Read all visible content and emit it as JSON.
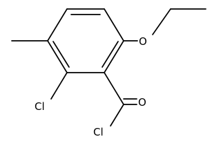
{
  "molecule": {
    "atoms": {
      "oxygen_ether": "O",
      "oxygen_carbonyl": "O",
      "chlorine_ring": "Cl",
      "chlorine_acyl": "Cl"
    }
  },
  "colors": {
    "bond": "#000000",
    "label": "#000000",
    "background": "#ffffff"
  }
}
